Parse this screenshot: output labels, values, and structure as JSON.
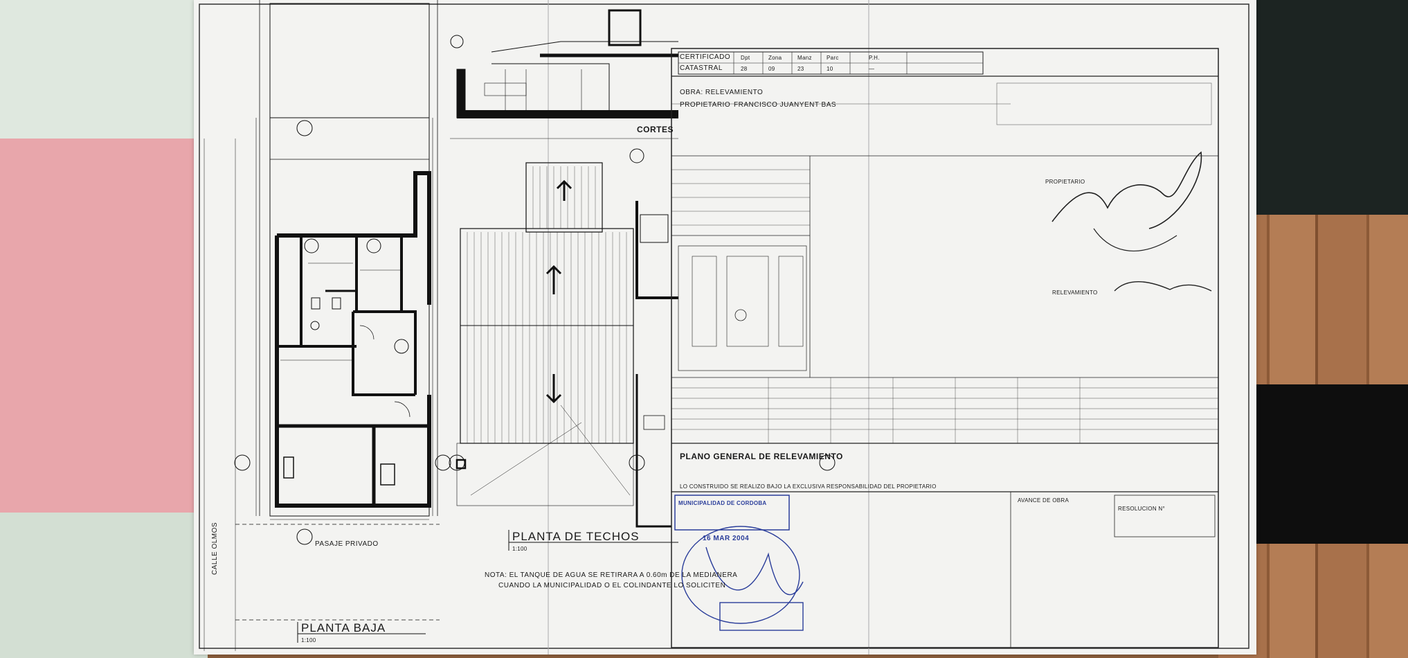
{
  "drawing": {
    "planta_baja": "PLANTA BAJA",
    "planta_baja_scale": "1:100",
    "planta_techos": "PLANTA DE TECHOS",
    "planta_techos_scale": "1:100",
    "pasaje_privado": "PASAJE PRIVADO",
    "calle": "CALLE OLMOS",
    "cortes": "CORTES",
    "nota_line1": "NOTA: EL TANQUE DE AGUA SE RETIRARA A 0.60m DE LA MEDIANERA",
    "nota_line2": "CUANDO LA MUNICIPALIDAD O EL COLINDANTE LO SOLICITEN"
  },
  "title_block": {
    "certificado": "CERTIFICADO",
    "catastral": "CATASTRAL",
    "catastral_cols": [
      "Dpt",
      "Zona",
      "Manz",
      "Parc",
      "P.H."
    ],
    "catastral_vals": [
      "28",
      "09",
      "23",
      "10",
      "—"
    ],
    "obra": "OBRA: RELEVAMIENTO",
    "propietario_label": "PROPIETARIO",
    "propietario_name": "FRANCISCO JUANYENT BAS",
    "propietario_sig_label": "PROPIETARIO",
    "relevamiento_label": "RELEVAMIENTO",
    "plano_general": "PLANO GENERAL DE RELEVAMIENTO",
    "nota_firma": "LO CONSTRUIDO SE REALIZO BAJO LA EXCLUSIVA RESPONSABILIDAD DEL PROPIETARIO",
    "municipalidad": "MUNICIPALIDAD DE CORDOBA",
    "stamp_date": "16 MAR 2004",
    "resolucion": "RESOLUCION N°",
    "avance_obra": "AVANCE DE OBRA"
  },
  "colors": {
    "ink": "#1a1a1a",
    "sheet": "#f3f3f1",
    "stamp": "#2a3d9a"
  }
}
